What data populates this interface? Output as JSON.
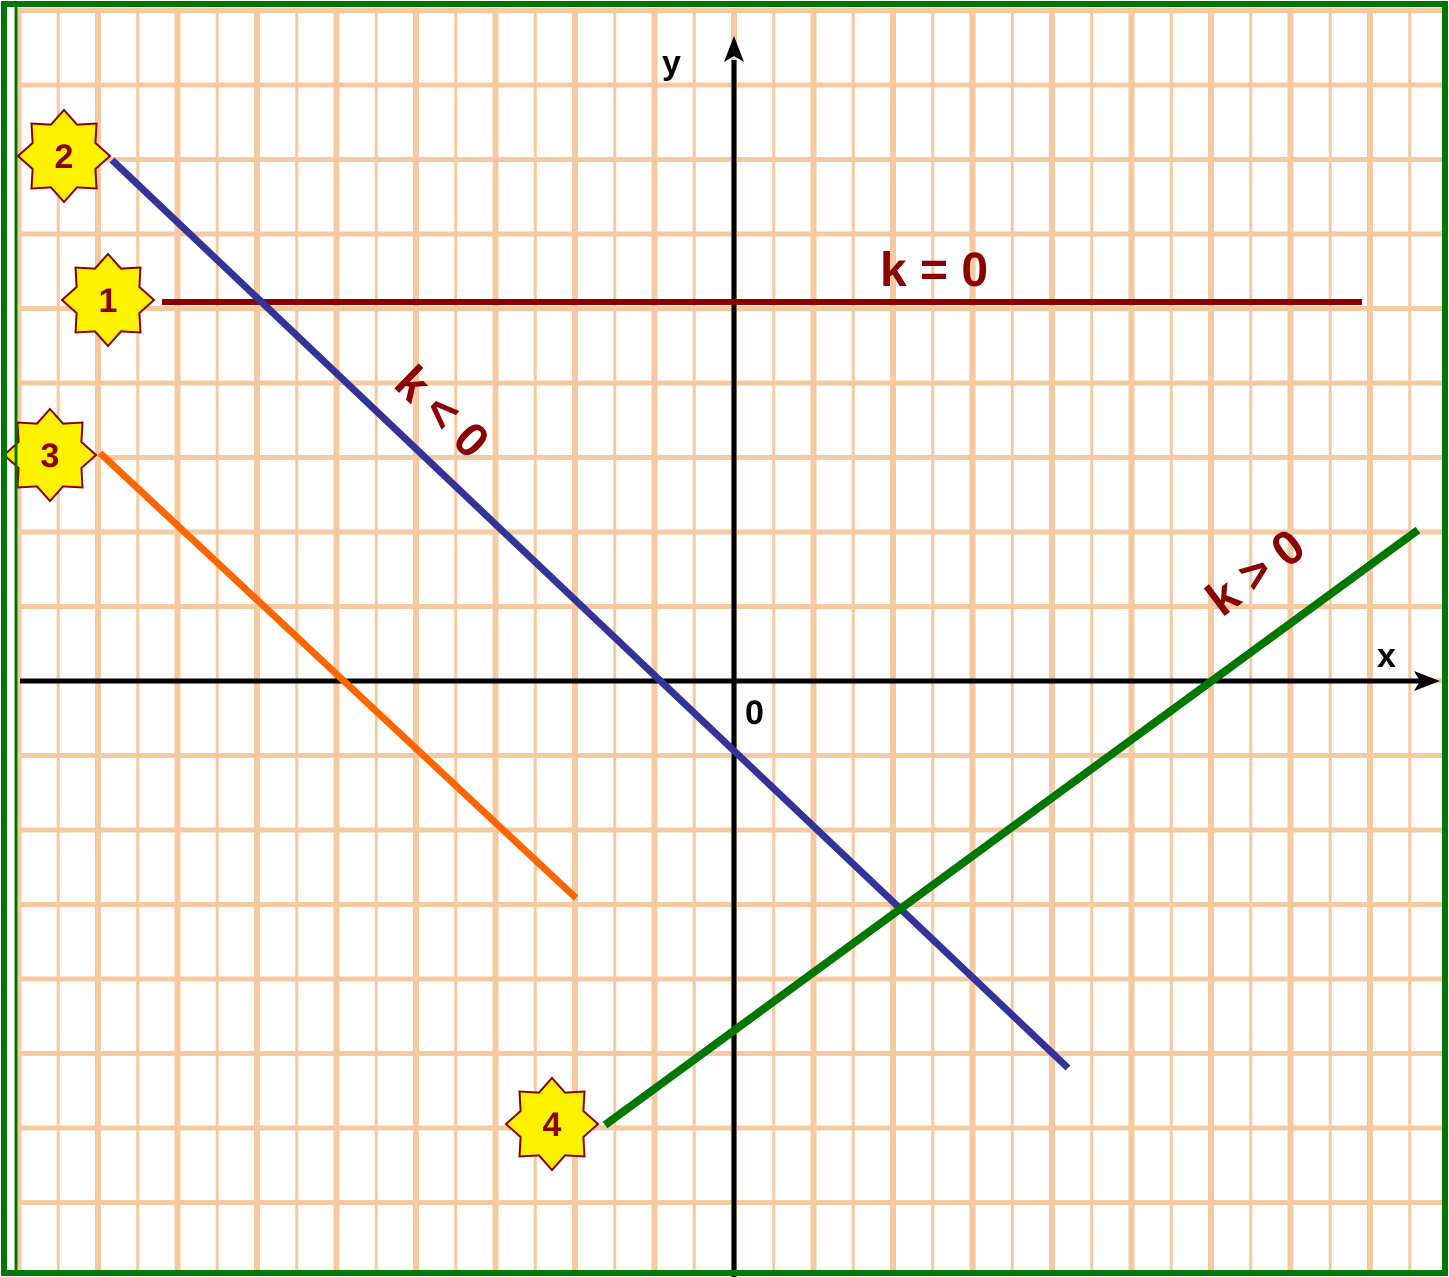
{
  "axes": {
    "x_label": "x",
    "y_label": "y",
    "origin_label": "0"
  },
  "lines": [
    {
      "badge": "1",
      "label": "k = 0",
      "color": "#8b0000"
    },
    {
      "badge": "2",
      "label": "k < 0",
      "color": "#333399"
    },
    {
      "badge": "3",
      "label": "",
      "color": "#ff6600"
    },
    {
      "badge": "4",
      "label": "k > 0",
      "color": "#007700"
    }
  ],
  "label_color": "#8b0000",
  "grid_color": "#f7c9a0",
  "frame_color": "#007700",
  "badge_fill": "#fff200"
}
